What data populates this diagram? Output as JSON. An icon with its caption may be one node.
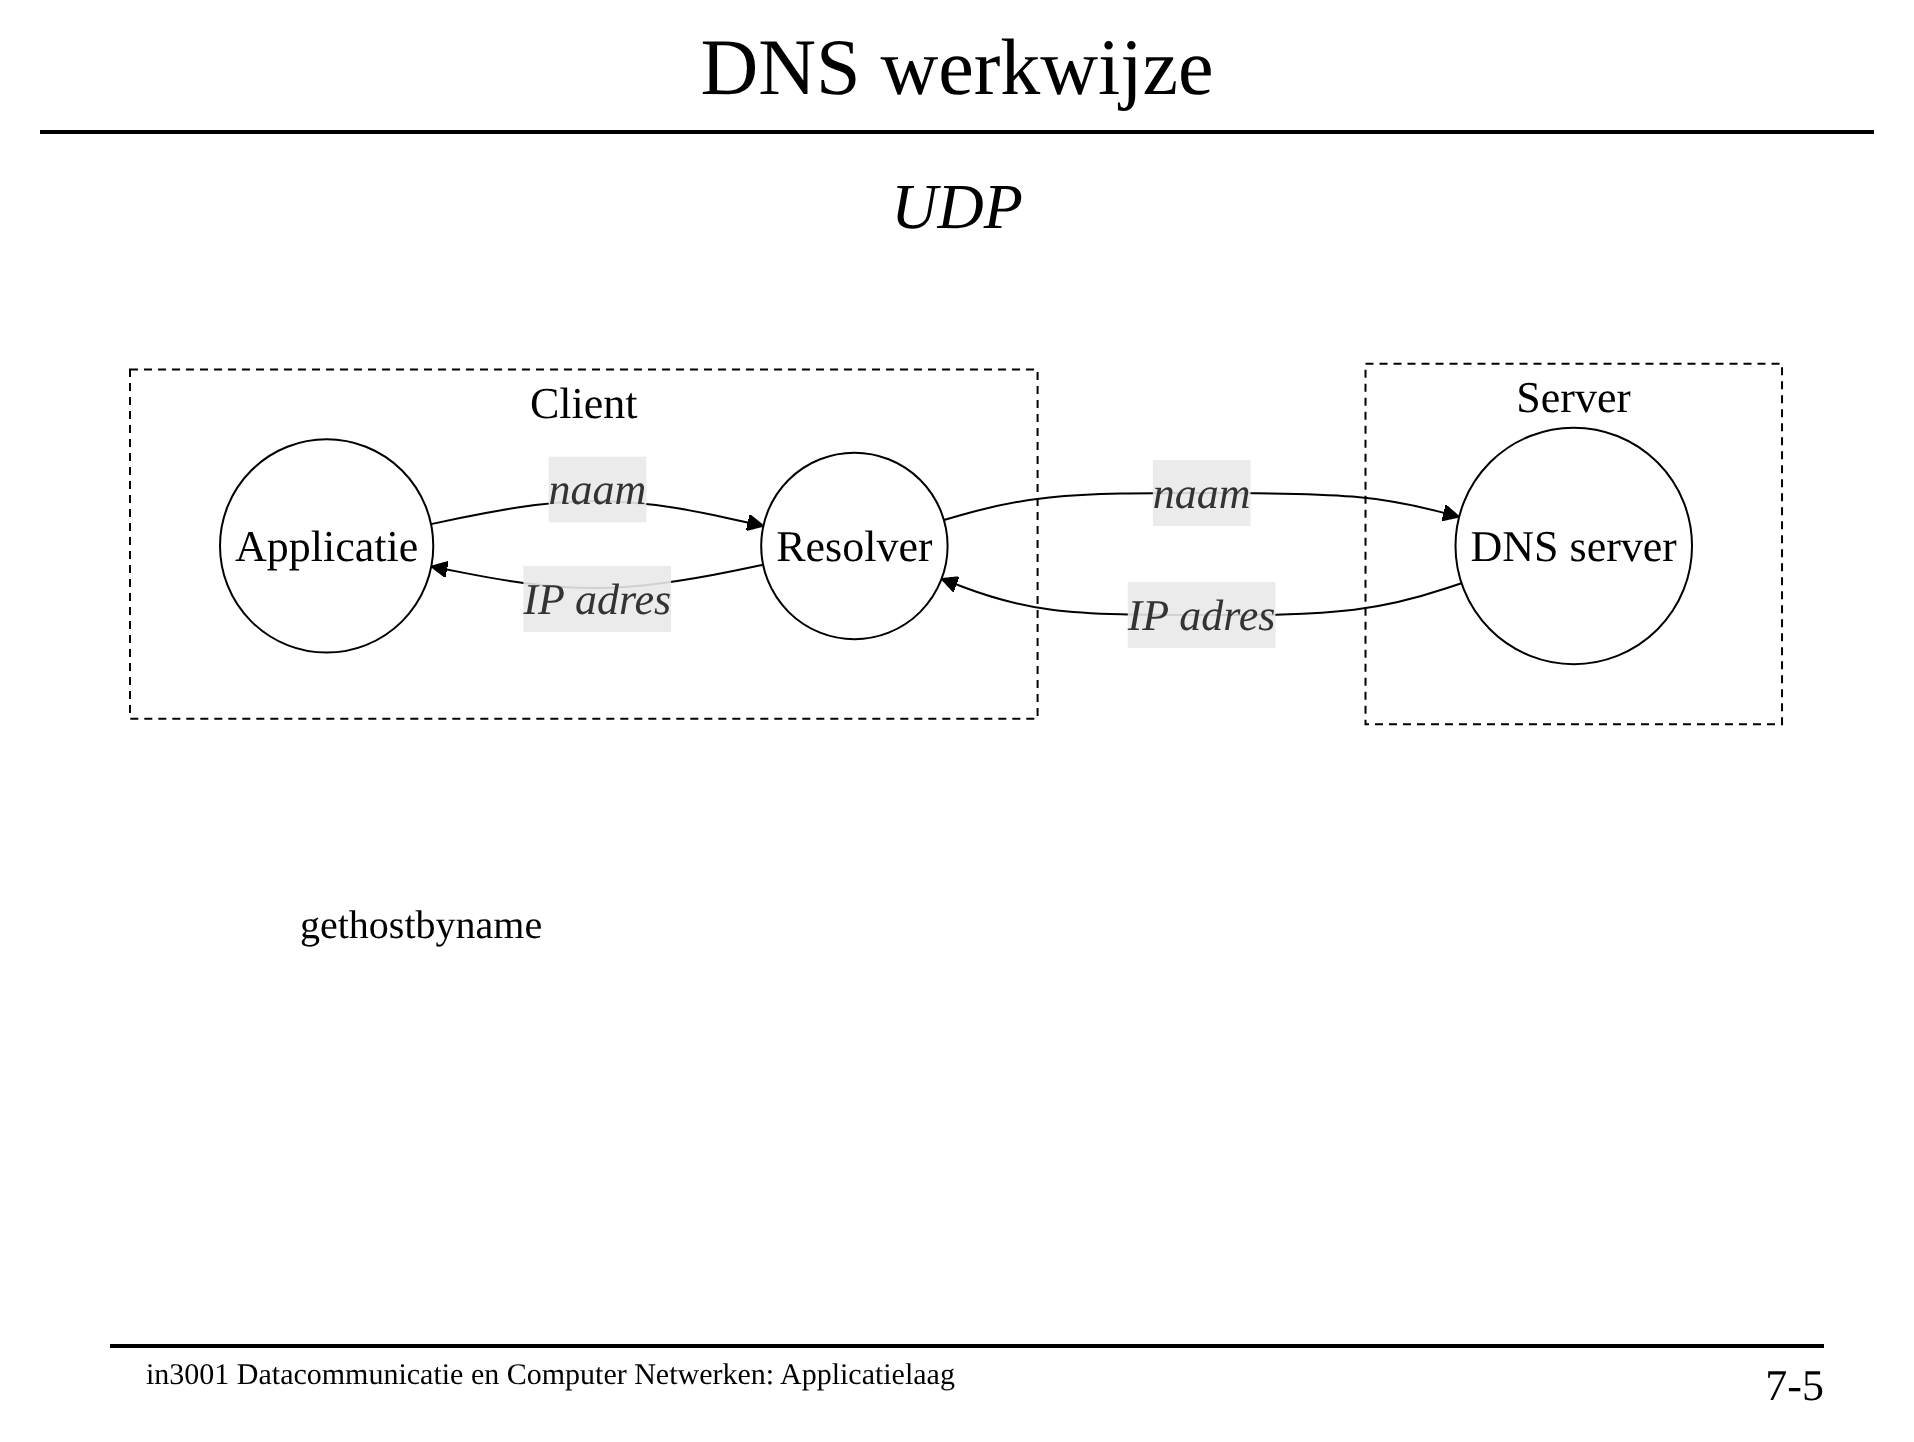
{
  "diagram": {
    "title": "DNS werkwijze",
    "nodes": [
      {
        "text": [
          "Client"
        ]
      },
      {
        "text": [
          "Applicatie"
        ],
        "in": 0
      },
      {
        "text": [
          "Resolver"
        ],
        "in": 0
      },
      {
        "text": [
          "Server"
        ]
      },
      {
        "text": [
          "DNS server"
        ],
        "in": 3
      }
    ],
    "edges": [
      {
        "from": 1,
        "to": 2,
        "arrow": "to",
        "label": "naam"
      },
      {
        "from": 2,
        "to": 1,
        "arrow": "to",
        "label": "IP adres"
      },
      {
        "from": 2,
        "to": 4,
        "arrow": "to",
        "label": "naam"
      },
      {
        "from": 4,
        "to": 2,
        "arrow": "to",
        "label": "IP adres"
      }
    ],
    "labels": [
      "UDP",
      "gethostbyname",
      "in3001 Datacommunicatie en Computer Netwerken: Applicatielaag",
      "7-5"
    ]
  }
}
